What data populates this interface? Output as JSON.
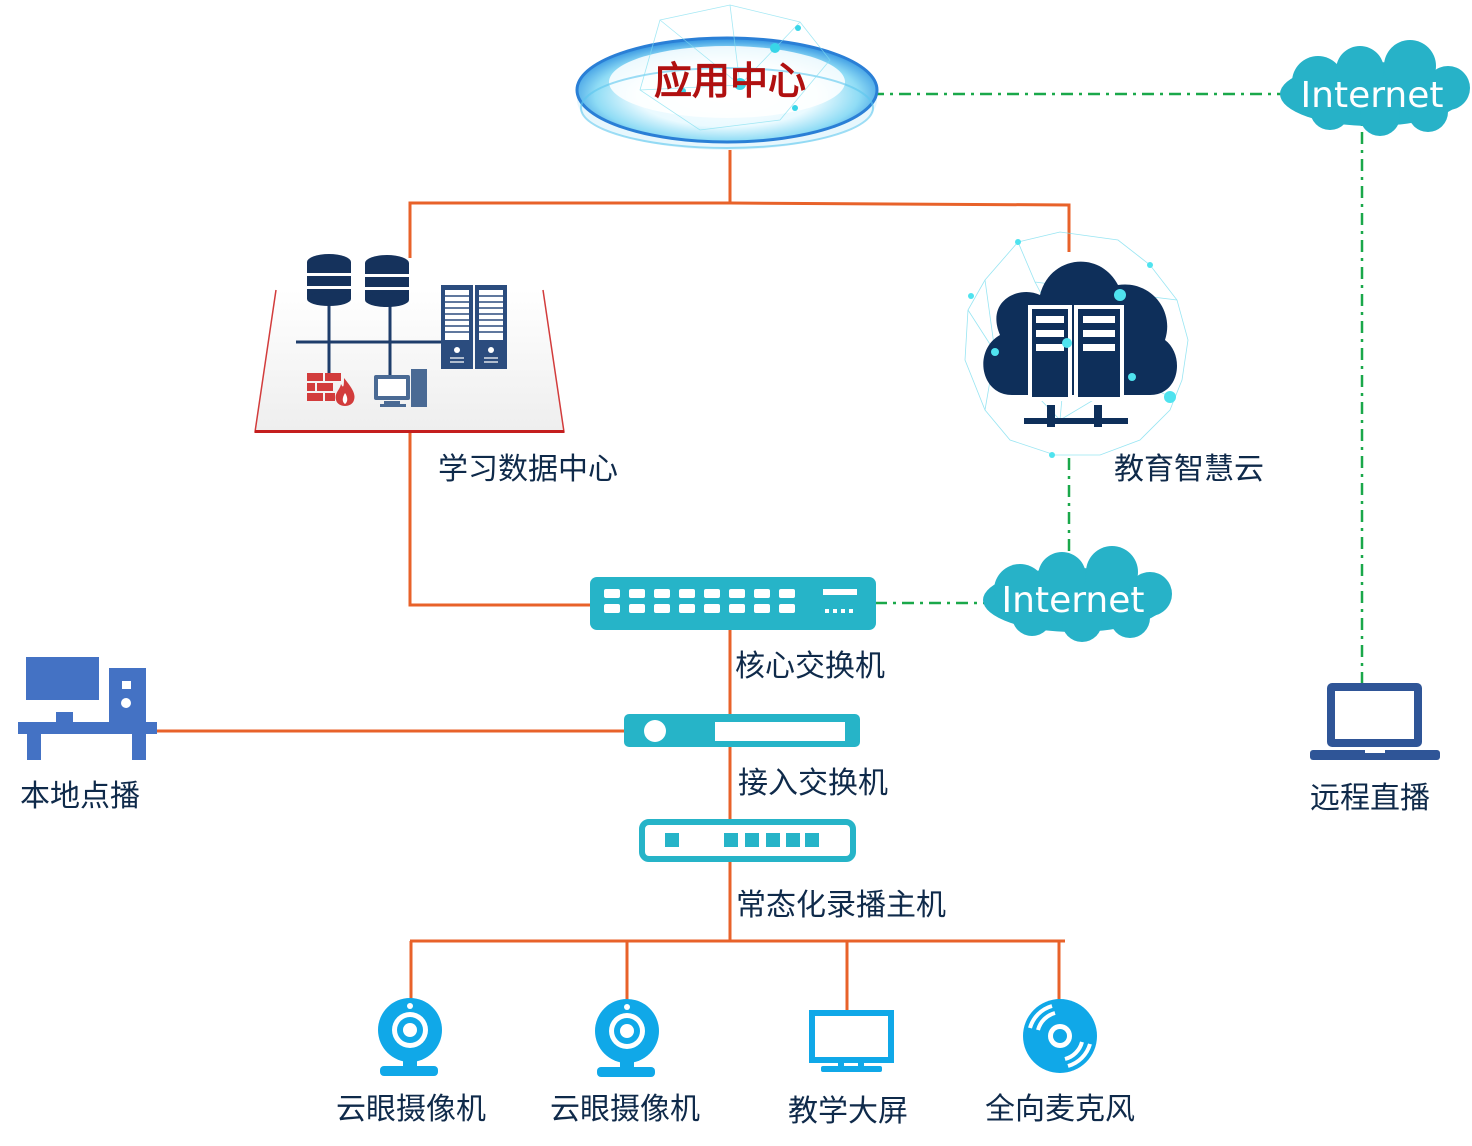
{
  "diagram": {
    "colors": {
      "wire": "#e8622a",
      "internet_link": "#1aa84a",
      "teal": "#26b4c8",
      "navy": "#0e2f5a",
      "device_blue": "#4472c4",
      "endpoint_blue": "#10a8e8",
      "firewall_red": "#d23c3c",
      "title_red": "#b01010",
      "label_text": "#0f2a4a"
    },
    "nodes": {
      "app_center": {
        "label": "应用中心",
        "icon": "platform-disc-icon"
      },
      "internet_top": {
        "label": "Internet",
        "icon": "cloud-icon"
      },
      "learning_data_center": {
        "label": "学习数据中心",
        "icon": "datacenter-icon"
      },
      "education_cloud": {
        "label": "教育智慧云",
        "icon": "cloud-server-icon"
      },
      "internet_mid": {
        "label": "Internet",
        "icon": "cloud-icon"
      },
      "core_switch": {
        "label": "核心交换机",
        "icon": "switch-icon"
      },
      "access_switch": {
        "label": "接入交换机",
        "icon": "access-switch-icon"
      },
      "recording_host": {
        "label": "常态化录播主机",
        "icon": "recorder-host-icon"
      },
      "local_vod": {
        "label": "本地点播",
        "icon": "desktop-pc-icon"
      },
      "remote_live": {
        "label": "远程直播",
        "icon": "laptop-icon"
      },
      "camera_1": {
        "label": "云眼摄像机",
        "icon": "webcam-icon"
      },
      "camera_2": {
        "label": "云眼摄像机",
        "icon": "webcam-icon"
      },
      "teaching_screen": {
        "label": "教学大屏",
        "icon": "monitor-icon"
      },
      "omni_mic": {
        "label": "全向麦克风",
        "icon": "microphone-icon"
      }
    },
    "edges": [
      {
        "from": "app_center",
        "to": "learning_data_center",
        "style": "solid"
      },
      {
        "from": "app_center",
        "to": "education_cloud",
        "style": "solid"
      },
      {
        "from": "app_center",
        "to": "internet_top",
        "style": "dash-dot"
      },
      {
        "from": "internet_top",
        "to": "remote_live",
        "style": "dash-dot"
      },
      {
        "from": "learning_data_center",
        "to": "core_switch",
        "style": "solid"
      },
      {
        "from": "education_cloud",
        "to": "internet_mid",
        "style": "dash-dot"
      },
      {
        "from": "core_switch",
        "to": "internet_mid",
        "style": "dash-dot"
      },
      {
        "from": "core_switch",
        "to": "access_switch",
        "style": "solid"
      },
      {
        "from": "access_switch",
        "to": "local_vod",
        "style": "solid"
      },
      {
        "from": "access_switch",
        "to": "recording_host",
        "style": "solid"
      },
      {
        "from": "recording_host",
        "to": "camera_1",
        "style": "solid"
      },
      {
        "from": "recording_host",
        "to": "camera_2",
        "style": "solid"
      },
      {
        "from": "recording_host",
        "to": "teaching_screen",
        "style": "solid"
      },
      {
        "from": "recording_host",
        "to": "omni_mic",
        "style": "solid"
      }
    ]
  }
}
